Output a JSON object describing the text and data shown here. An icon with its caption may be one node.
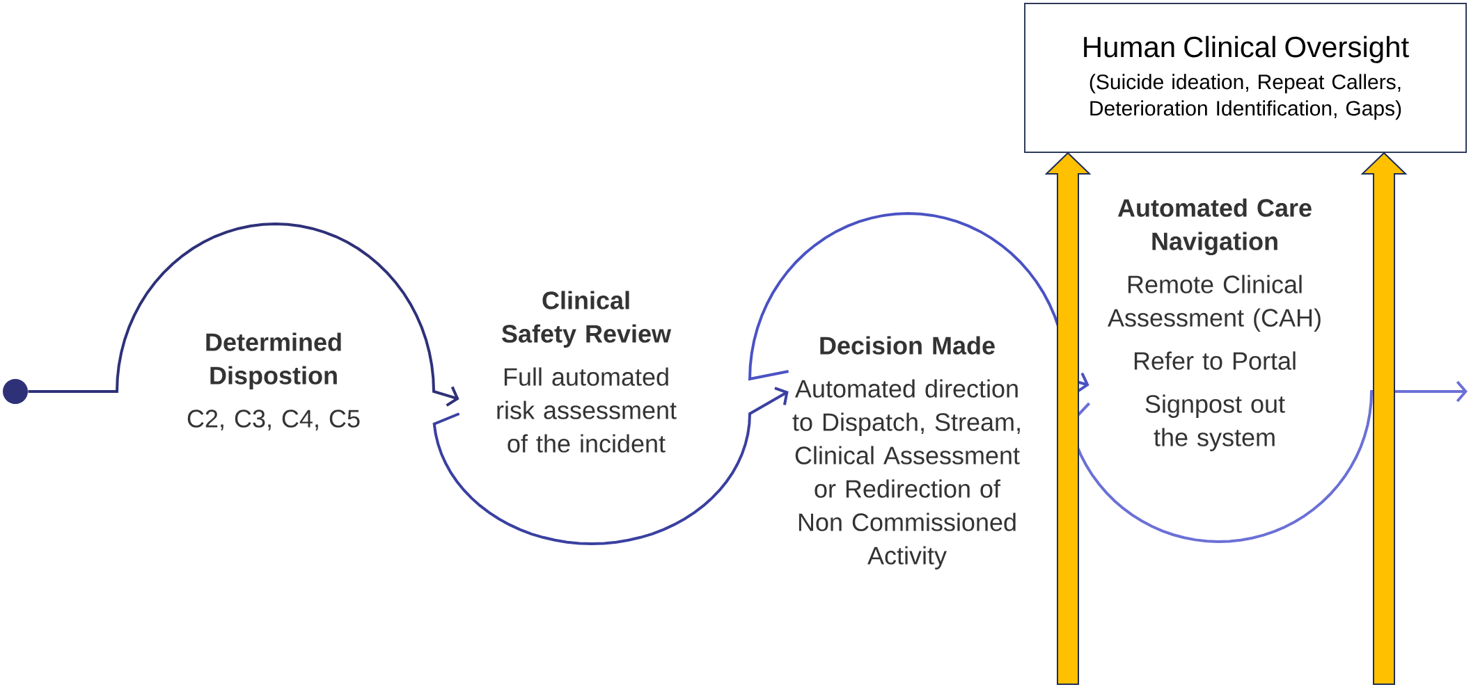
{
  "diagram": {
    "nodes": [
      {
        "text": [],
        "shape": "circle"
      },
      {
        "text": [
          "Determined Dispostion",
          "C2, C3, C4, C5"
        ]
      },
      {
        "text": [
          "Clinical Safety Review",
          "Full automated risk assessment of the incident"
        ]
      },
      {
        "text": [
          "Decision Made",
          "Automated direction to Dispatch, Stream, Clinical Assessment or Redirection of Non Commissioned Activity"
        ]
      },
      {
        "text": [
          "Automated Care Navigation",
          "Remote Clinical Assessment (CAH)",
          "Refer to Portal",
          "Signpost out the system"
        ]
      },
      {
        "text": [
          "Human Clinical Oversight",
          "(Suicide ideation, Repeat Callers, Deterioration Identification, Gaps)"
        ]
      }
    ],
    "edges": [
      {
        "from": 0,
        "to": 2,
        "arrow": "to",
        "color": "#2e3178"
      },
      {
        "from": 2,
        "to": 3,
        "arrow": "to",
        "color": "#3a40a0"
      },
      {
        "from": 3,
        "to": 4,
        "arrow": "to",
        "color": "#4a52c4"
      },
      {
        "from": 4,
        "to": null,
        "arrow": "to",
        "color": "#6b70d6"
      },
      {
        "from": null,
        "to": 5,
        "arrow": "to",
        "style": "thick",
        "color": "#ffc000"
      },
      {
        "from": null,
        "to": 5,
        "arrow": "to",
        "style": "thick",
        "color": "#ffc000"
      }
    ]
  }
}
